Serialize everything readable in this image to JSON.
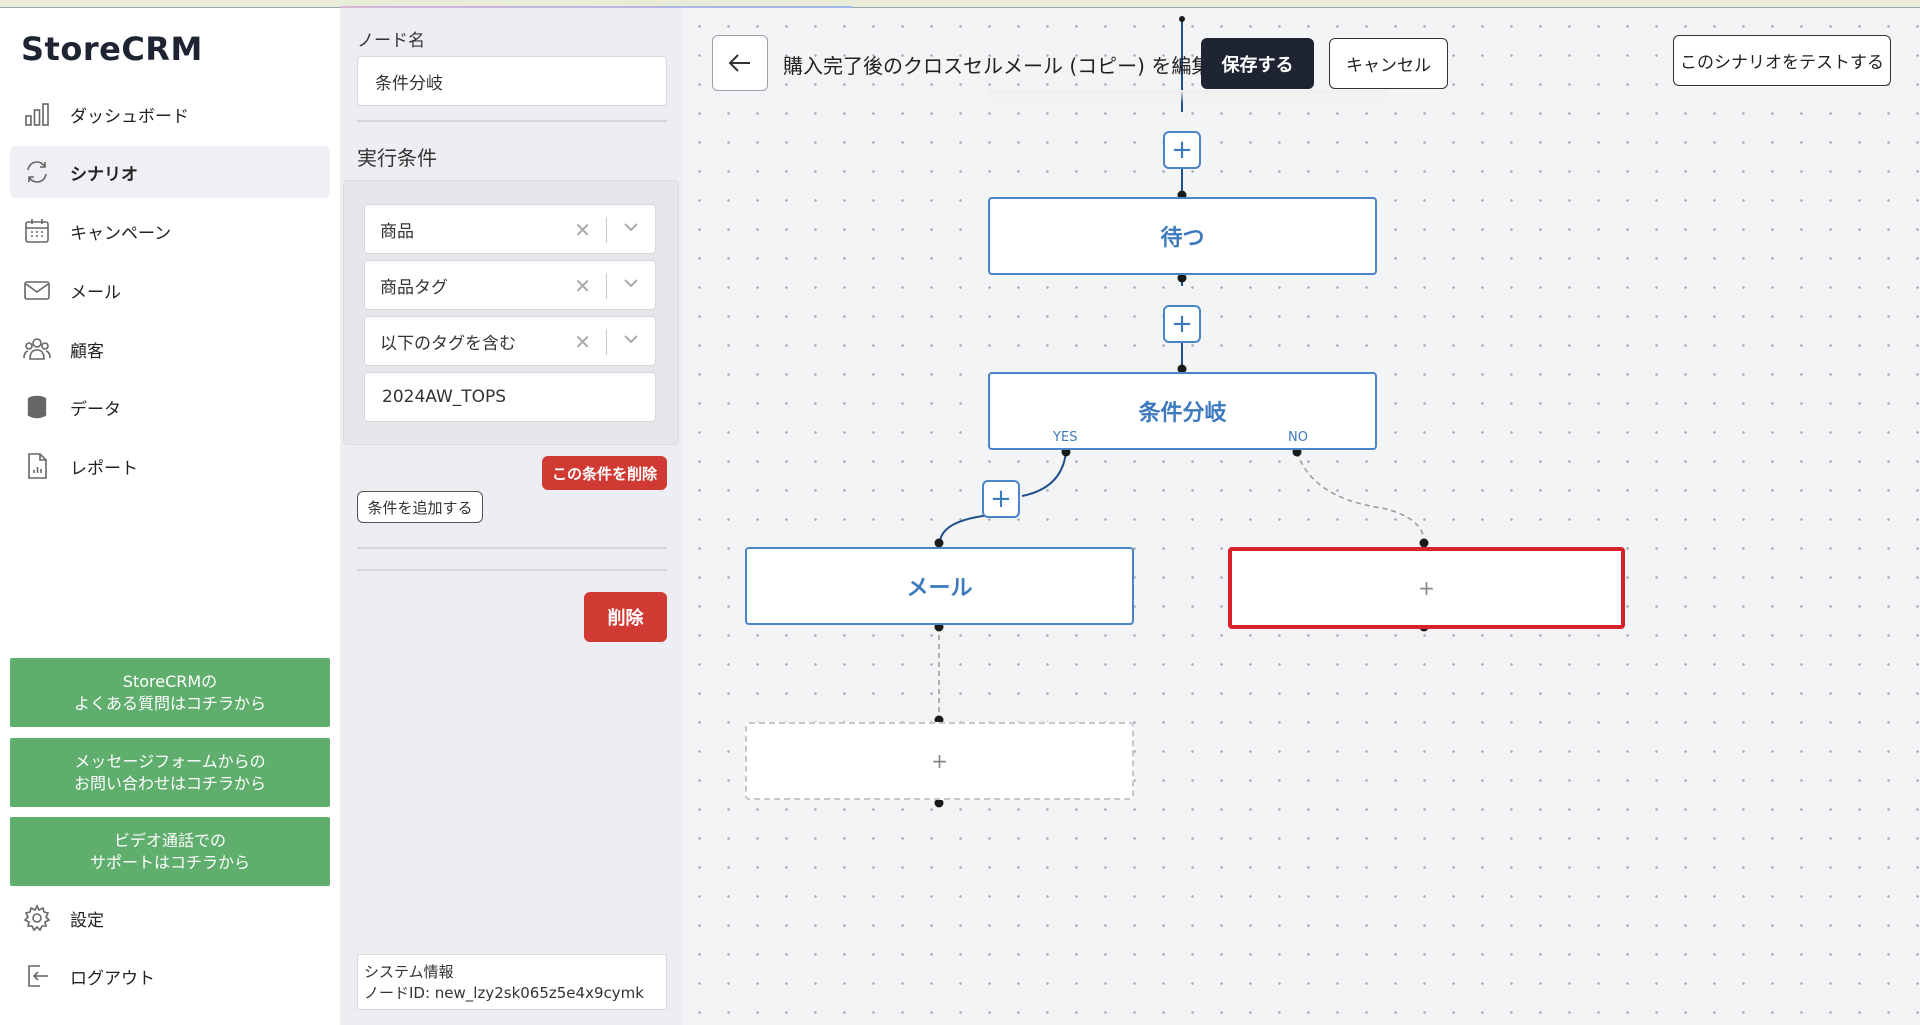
{
  "app": {
    "brand": "StoreCRM"
  },
  "sidebar": {
    "items": [
      {
        "label": "ダッシュボード",
        "icon": "bar-chart-icon",
        "active": false
      },
      {
        "label": "シナリオ",
        "icon": "refresh-icon",
        "active": true
      },
      {
        "label": "キャンペーン",
        "icon": "calendar-icon",
        "active": false
      },
      {
        "label": "メール",
        "icon": "mail-icon",
        "active": false
      },
      {
        "label": "顧客",
        "icon": "users-icon",
        "active": false
      },
      {
        "label": "データ",
        "icon": "database-icon",
        "active": false
      },
      {
        "label": "レポート",
        "icon": "report-icon",
        "active": false
      }
    ],
    "help_buttons": [
      {
        "line1": "StoreCRMの",
        "line2": "よくある質問はコチラから"
      },
      {
        "line1": "メッセージフォームからの",
        "line2": "お問い合わせはコチラから"
      },
      {
        "line1": "ビデオ通話での",
        "line2": "サポートはコチラから"
      }
    ],
    "settings_label": "設定",
    "logout_label": "ログアウト",
    "colors": {
      "help_green": "#5fae6d",
      "active_bg": "#eef0f3"
    }
  },
  "panel": {
    "node_name_label": "ノード名",
    "node_name_value": "条件分岐",
    "exec_condition_label": "実行条件",
    "conditions": [
      {
        "value": "商品"
      },
      {
        "value": "商品タグ"
      },
      {
        "value": "以下のタグを含む"
      }
    ],
    "tag_value": "2024AW_TOPS",
    "delete_condition_label": "この条件を削除",
    "add_condition_label": "条件を追加する",
    "delete_label": "削除",
    "system_info_label": "システム情報",
    "node_id_text": "ノードID: new_lzy2sk065z5e4x9cymk",
    "colors": {
      "danger": "#d13a33"
    }
  },
  "editor": {
    "title": "購入完了後のクロスセルメール (コピー) を編集中",
    "save_label": "保存する",
    "cancel_label": "キャンセル",
    "test_label": "このシナリオをテストする",
    "nodes": {
      "wait": "待つ",
      "branch": "条件分岐",
      "mail": "メール",
      "empty_plus": "+",
      "add_plus": "+"
    },
    "branch_labels": {
      "yes": "YES",
      "no": "NO"
    },
    "colors": {
      "node_border": "#4a85c8",
      "selected_border": "#d4212a",
      "dark_button": "#1f2433"
    }
  }
}
